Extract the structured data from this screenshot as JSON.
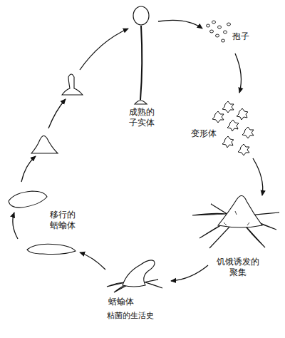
{
  "diagram": {
    "caption": "粘菌的生活史",
    "labels": [
      "成熟的 子实体",
      "孢子",
      "变形体",
      "饥饿诱发的 聚集",
      "蛞蝓体",
      "移行的 蛞蝓体"
    ]
  }
}
